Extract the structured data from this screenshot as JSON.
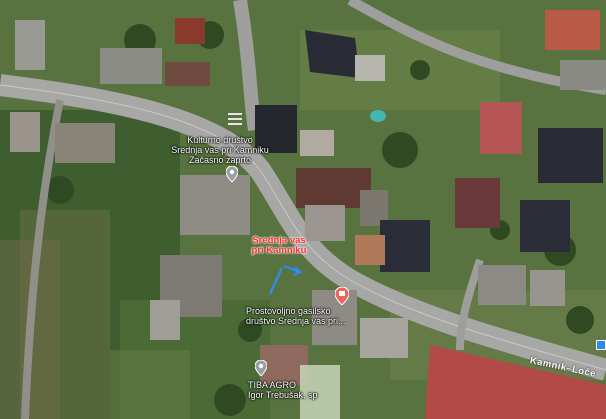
{
  "places": {
    "culture": {
      "line1": "Kulturno društvo",
      "line2": "Srednja vas pri Kamniku",
      "line3": "Začasno zaprto",
      "icon": "map-pin-icon"
    },
    "village": {
      "line1": "Srednja vas",
      "line2": "pri Kamniku"
    },
    "firestation": {
      "line1": "Prostovoljno gasilsko",
      "line2": "društvo Srednja vas pri...",
      "icon": "fire-station-pin-icon"
    },
    "tiba": {
      "line1": "TIBA AGRO",
      "line2": "Igor Trebušak, sp",
      "icon": "map-pin-icon"
    }
  },
  "roads": {
    "kamnik": "Kamnik–Loče"
  },
  "colors": {
    "road": "#a7a7a5",
    "grass": "#4f6e3a",
    "label_red": "#ff2a2a",
    "arrow": "#2f8be6"
  }
}
